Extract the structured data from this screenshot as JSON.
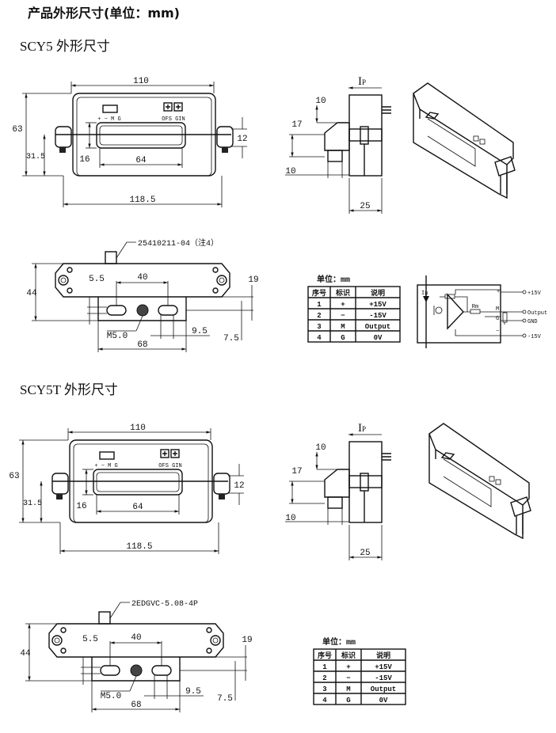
{
  "title": "产品外形尺寸(单位：mm)",
  "sections": [
    {
      "heading": "SCY5 外形尺寸",
      "front": {
        "dim_width": "110",
        "dim_height": "63",
        "dim_mid": "31.5",
        "dim_window_h": "16",
        "dim_window_w": "64",
        "dim_total": "118.5",
        "dim_ear": "12",
        "pin_labels": "+ − M G",
        "ofs_gin": "OFS GIN"
      },
      "side": {
        "ip": "I",
        "ip_sub": "P",
        "dim_top": "10",
        "dim_17": "17",
        "dim_bottom": "10",
        "dim_25": "25"
      },
      "bottom": {
        "connector": "25410211-04（注4）",
        "dim_44": "44",
        "dim_5_5": "5.5",
        "dim_40": "40",
        "dim_19": "19",
        "hole": "M5.0",
        "dim_9_5": "9.5",
        "dim_7_5": "7.5",
        "dim_68": "68"
      },
      "table": {
        "unit": "单位：mm",
        "headers": [
          "序号",
          "标识",
          "说明"
        ],
        "rows": [
          [
            "1",
            "+",
            "+15V"
          ],
          [
            "2",
            "−",
            "-15V"
          ],
          [
            "3",
            "M",
            "Output"
          ],
          [
            "4",
            "G",
            "0V"
          ]
        ]
      },
      "circuit": {
        "ip": "Ip",
        "pin_plus": "+",
        "pin_m": "M",
        "pin_g": "G",
        "pin_minus": "−",
        "rm": "Rm",
        "out_pos": "+15V",
        "out_output": "Output",
        "out_gnd": "GND",
        "out_neg": "-15V"
      }
    },
    {
      "heading": "SCY5T 外形尺寸",
      "front": {
        "dim_width": "110",
        "dim_height": "63",
        "dim_mid": "31.5",
        "dim_window_h": "16",
        "dim_window_w": "64",
        "dim_total": "118.5",
        "dim_ear": "12",
        "pin_labels": "+ − M G",
        "ofs_gin": "OFS GIN"
      },
      "side": {
        "ip": "I",
        "ip_sub": "P",
        "dim_top": "10",
        "dim_17": "17",
        "dim_bottom": "10",
        "dim_25": "25"
      },
      "bottom": {
        "connector": "2EDGVC-5.08-4P",
        "dim_44": "44",
        "dim_5_5": "5.5",
        "dim_40": "40",
        "dim_19": "19",
        "hole": "M5.0",
        "dim_9_5": "9.5",
        "dim_7_5": "7.5",
        "dim_68": "68"
      },
      "table": {
        "unit": "单位：mm",
        "headers": [
          "序号",
          "标识",
          "说明"
        ],
        "rows": [
          [
            "1",
            "+",
            "+15V"
          ],
          [
            "2",
            "−",
            "-15V"
          ],
          [
            "3",
            "M",
            "Output"
          ],
          [
            "4",
            "G",
            "0V"
          ]
        ]
      }
    }
  ]
}
